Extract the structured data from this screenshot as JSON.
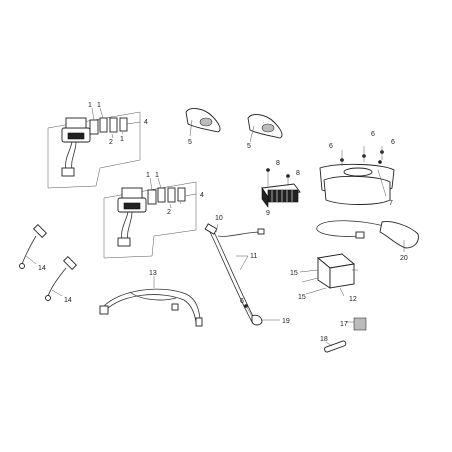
{
  "diagram": {
    "callouts": {
      "c1a": "1",
      "c1b": "1",
      "c1c": "1",
      "c2a": "2",
      "c4a": "4",
      "c1d": "1",
      "c1e": "1",
      "c2b": "2",
      "c4b": "4",
      "c5a": "5",
      "c5b": "5",
      "c6a": "6",
      "c6b": "6",
      "c6c": "6",
      "c6d": "6",
      "c7": "7",
      "c8a": "8",
      "c8b": "8",
      "c9": "9",
      "c10": "10",
      "c11": "11",
      "c12": "12",
      "c13": "13",
      "c14a": "14",
      "c14b": "14",
      "c15a": "15",
      "c15b": "15",
      "c17": "17",
      "c18": "18",
      "c19": "19",
      "c20": "20"
    }
  }
}
